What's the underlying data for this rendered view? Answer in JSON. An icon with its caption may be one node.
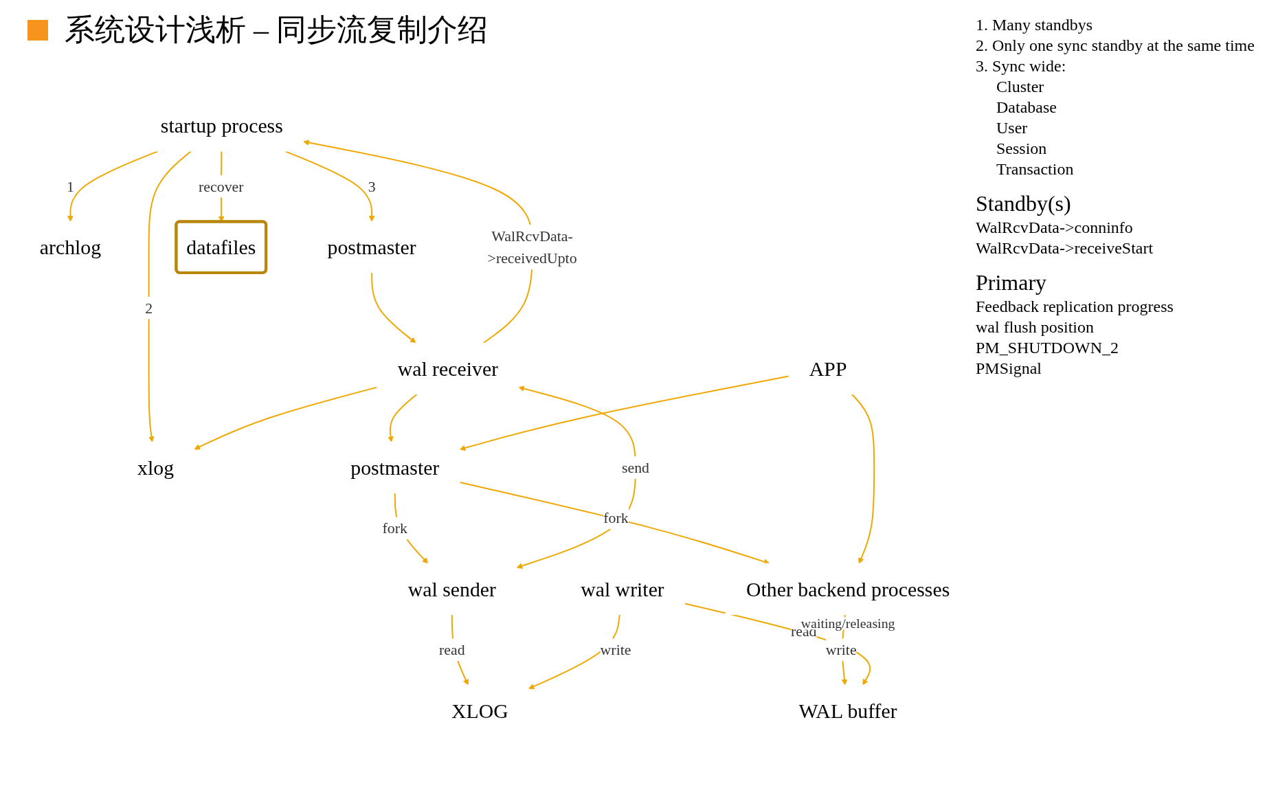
{
  "diagram": {
    "title": "系统设计浅析 – 同步流复制介绍",
    "nodes": [
      {
        "text": [
          "startup process"
        ]
      },
      {
        "text": [
          "archlog"
        ]
      },
      {
        "text": [
          "xlog"
        ]
      },
      {
        "text": [
          "postmaster"
        ]
      },
      {
        "text": [
          "wal receiver"
        ]
      },
      {
        "text": [
          "datafiles"
        ]
      },
      {
        "text": [
          "postmaster"
        ]
      },
      {
        "text": [
          "wal sender"
        ]
      },
      {
        "text": [
          "XLOG"
        ]
      },
      {
        "text": [
          "WAL buffer"
        ]
      },
      {
        "text": [
          "wal writer"
        ]
      },
      {
        "text": [
          "APP"
        ]
      },
      {
        "text": [
          "Other backend processes"
        ],
        "beside": [
          "waiting/releasing"
        ]
      }
    ],
    "edges": [
      {
        "from": 0,
        "to": 1,
        "arrow": "to",
        "label": "1"
      },
      {
        "from": 0,
        "to": 2,
        "arrow": "to",
        "label": "2"
      },
      {
        "from": 4,
        "to": 0,
        "arrow": "to",
        "label": "WalRcvData->receivedUpto"
      },
      {
        "from": 4,
        "to": 2,
        "arrow": "to"
      },
      {
        "from": 0,
        "to": 3,
        "arrow": "to",
        "label": "3"
      },
      {
        "from": 3,
        "to": 4,
        "arrow": "to"
      },
      {
        "from": 0,
        "to": 5,
        "arrow": "to",
        "label": "recover"
      },
      {
        "from": 4,
        "to": 6,
        "arrow": "to"
      },
      {
        "from": 6,
        "to": 7,
        "arrow": "to",
        "label": "fork"
      },
      {
        "from": 7,
        "to": 4,
        "arrow": "both",
        "label": "send"
      },
      {
        "from": 7,
        "to": 8,
        "arrow": "to",
        "label": "read"
      },
      {
        "from": 11,
        "to": 6,
        "arrow": "to"
      },
      {
        "from": 6,
        "to": 12,
        "arrow": "to",
        "label": "fork"
      },
      {
        "from": 11,
        "to": 12,
        "arrow": "to"
      },
      {
        "from": 12,
        "to": 9,
        "arrow": "to",
        "label": "write"
      },
      {
        "from": 10,
        "to": 9,
        "arrow": "to",
        "label": "read"
      },
      {
        "from": 10,
        "to": 8,
        "arrow": "to",
        "label": "write"
      }
    ],
    "labels": [
      "1. Many standbys",
      "2. Only one sync standby at the same time",
      "3. Sync wide:",
      "Cluster",
      "Database",
      "User",
      "Session",
      "Transaction",
      "Standby(s)",
      "WalRcvData->conninfo",
      "WalRcvData->receiveStart",
      "Primary",
      "Feedback replication progress",
      "wal flush position",
      "PM_SHUTDOWN_2",
      "PMSignal"
    ]
  }
}
